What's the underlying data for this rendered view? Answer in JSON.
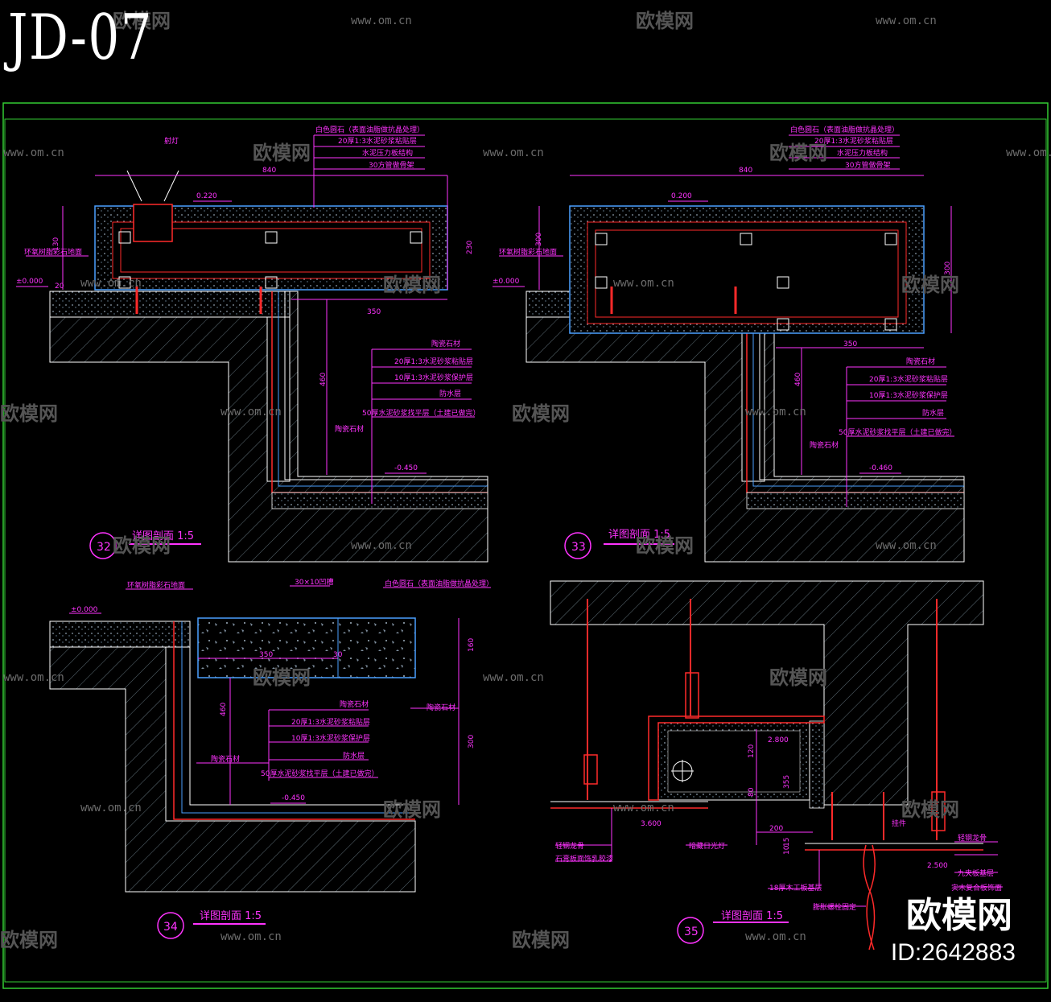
{
  "sheet": {
    "title": "JD-07"
  },
  "watermark": {
    "brand": "欧模网",
    "id": "ID:2642883",
    "url": "www.om.cn"
  },
  "colors": {
    "label": "#ff33ff",
    "frame": "#33cc33",
    "line": "#ffffff",
    "detail": "#ff2a2a",
    "hatch": "#00a0c0",
    "dim": "#ff33ff"
  },
  "details": {
    "d32": {
      "num": "32",
      "caption": "详图剖面 1:5",
      "top_labels": [
        "白色圆石（表面油脂做抗晶处理）",
        "20厚1:3水泥砂浆粘贴层",
        "水泥压力板结构",
        "30方管做骨架"
      ],
      "callout_top": "射灯",
      "dim_width": "840",
      "dim_h1": "130",
      "dim_h2": "230",
      "dim_depth": "350",
      "dim_wall": "460",
      "level_top": "0.220",
      "level_floor": "±0.000",
      "level_bottom": "-0.450",
      "left_label": "环氧树脂彩石地面",
      "dim_20": "20",
      "layer_labels": [
        "陶瓷石材",
        "20厚1:3水泥砂浆粘贴层",
        "10厚1:3水泥砂浆保护层",
        "防水层",
        "50厚水泥砂浆找平层（土建已做完）"
      ],
      "pool_label": "陶瓷石材"
    },
    "d33": {
      "num": "33",
      "caption": "详图剖面 1:5",
      "top_labels": [
        "白色圆石（表面油脂做抗晶处理）",
        "20厚1:3水泥砂浆粘贴层",
        "水泥压力板结构",
        "30方管做骨架"
      ],
      "dim_width": "840",
      "dim_h1": "300",
      "dim_h2": "300",
      "dim_depth": "350",
      "dim_wall": "460",
      "level_top": "0.200",
      "level_floor": "±0.000",
      "level_bottom": "-0.460",
      "left_label": "环氧树脂彩石地面",
      "layer_labels": [
        "陶瓷石材",
        "20厚1:3水泥砂浆粘贴层",
        "10厚1:3水泥砂浆保护层",
        "防水层",
        "50厚水泥砂浆找平层（土建已做完）"
      ],
      "pool_label": "陶瓷石材"
    },
    "d34": {
      "num": "34",
      "caption": "详图剖面 1:5",
      "top_labels": [
        "环氧树脂彩石地面",
        "30×10凹槽",
        "白色圆石（表面油脂做抗晶处理）"
      ],
      "dim_350": "350",
      "dim_30": "30",
      "dim_160": "160",
      "dim_460": "460",
      "dim_300": "300",
      "level_floor": "±0.000",
      "level_bottom": "-0.450",
      "layer_labels": [
        "陶瓷石材",
        "20厚1:3水泥砂浆粘贴层",
        "10厚1:3水泥砂浆保护层",
        "防水层",
        "50厚水泥砂浆找平层（土建已做完）"
      ],
      "left_label": "陶瓷石材",
      "right_label": "陶瓷石材"
    },
    "d35": {
      "num": "35",
      "caption": "详图剖面 1:5",
      "levels": [
        "2.800",
        "3.600",
        "2.500"
      ],
      "dims": [
        "120",
        "80",
        "355",
        "200",
        "15",
        "10"
      ],
      "labels": [
        "轻钢龙骨",
        "石膏板面饰乳胶漆",
        "暗藏日光灯",
        "18厚木工板基层",
        "挂件",
        "轻钢龙骨",
        "九夹板基层",
        "实木复合板饰面",
        "膨胀螺栓固定"
      ]
    }
  }
}
